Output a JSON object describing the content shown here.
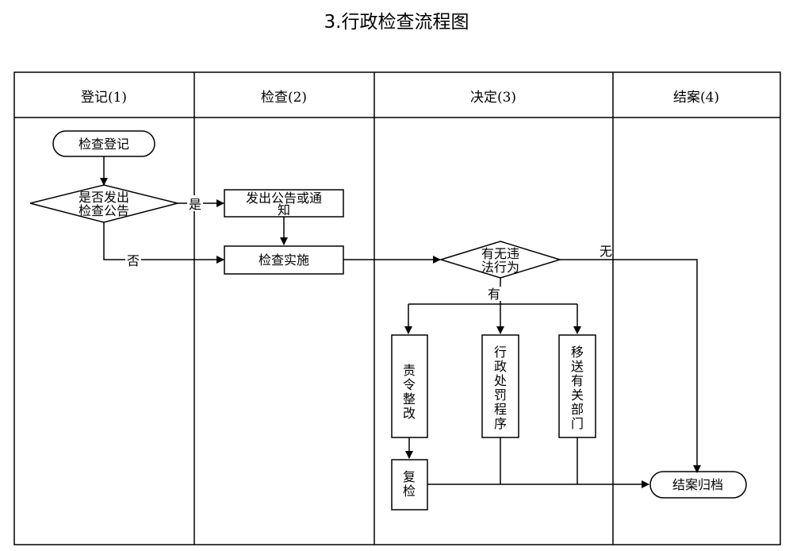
{
  "title": "3.行政检查流程图",
  "lanes": [
    {
      "label": "登记(1)"
    },
    {
      "label": "检查(2)"
    },
    {
      "label": "决定(3)"
    },
    {
      "label": "结案(4)"
    }
  ],
  "nodes": {
    "start": "检查登记",
    "notice_decision": [
      "是否发出",
      "检查公告"
    ],
    "issue_notice": [
      "发出公告或通",
      "知"
    ],
    "conduct_inspection": "检查实施",
    "violation_decision": [
      "有无违",
      "法行为"
    ],
    "order_rectify": [
      "责",
      "令",
      "整",
      "改"
    ],
    "penalty_procedure": [
      "行",
      "政",
      "处",
      "罚",
      "程",
      "序"
    ],
    "transfer_departments": [
      "移",
      "送",
      "有",
      "关",
      "部",
      "门"
    ],
    "reinspect": [
      "复",
      "检"
    ],
    "close_archive": "结案归档"
  },
  "edge_labels": {
    "yes": "是",
    "no": "否",
    "none": "无",
    "has": "有"
  }
}
